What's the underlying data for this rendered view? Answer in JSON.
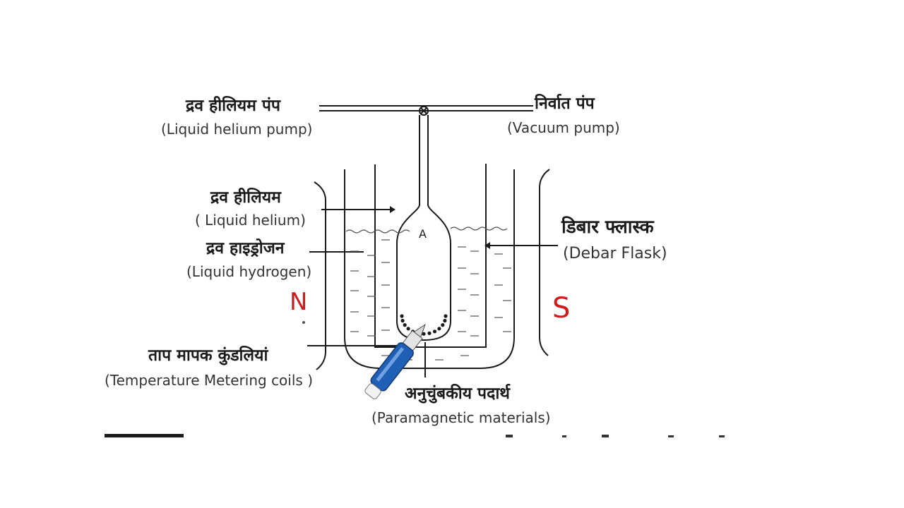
{
  "labels": {
    "helium_pump_hi": "द्रव हीलियम पंप",
    "helium_pump_en": "(Liquid helium pump)",
    "vacuum_pump_hi": "निर्वात पंप",
    "vacuum_pump_en": "(Vacuum pump)",
    "liquid_helium_hi": "द्रव हीलियम",
    "liquid_helium_en": "( Liquid helium)",
    "liquid_hydrogen_hi": "द्रव हाइड्रोजन",
    "liquid_hydrogen_en": "(Liquid hydrogen)",
    "dewar_flask_hi": "डिबार फ्लास्क",
    "dewar_flask_en": "(Debar Flask)",
    "temp_coils_hi": "ताप मापक कुंडलियां",
    "temp_coils_en": "(Temperature  Metering coils )",
    "paramagnetic_hi": "अनुचुंबकीय पदार्थ",
    "paramagnetic_en": "(Paramagnetic materials)",
    "chamber": "A",
    "pole_north": "N",
    "pole_south": "S"
  },
  "colors": {
    "ink": "#1a1a1a",
    "pole_ink": "#d11a1a",
    "pen_body": "#1f5fb5",
    "pen_tip": "#e8e8e8"
  },
  "icons": {
    "pen": "pen-cursor-icon"
  }
}
